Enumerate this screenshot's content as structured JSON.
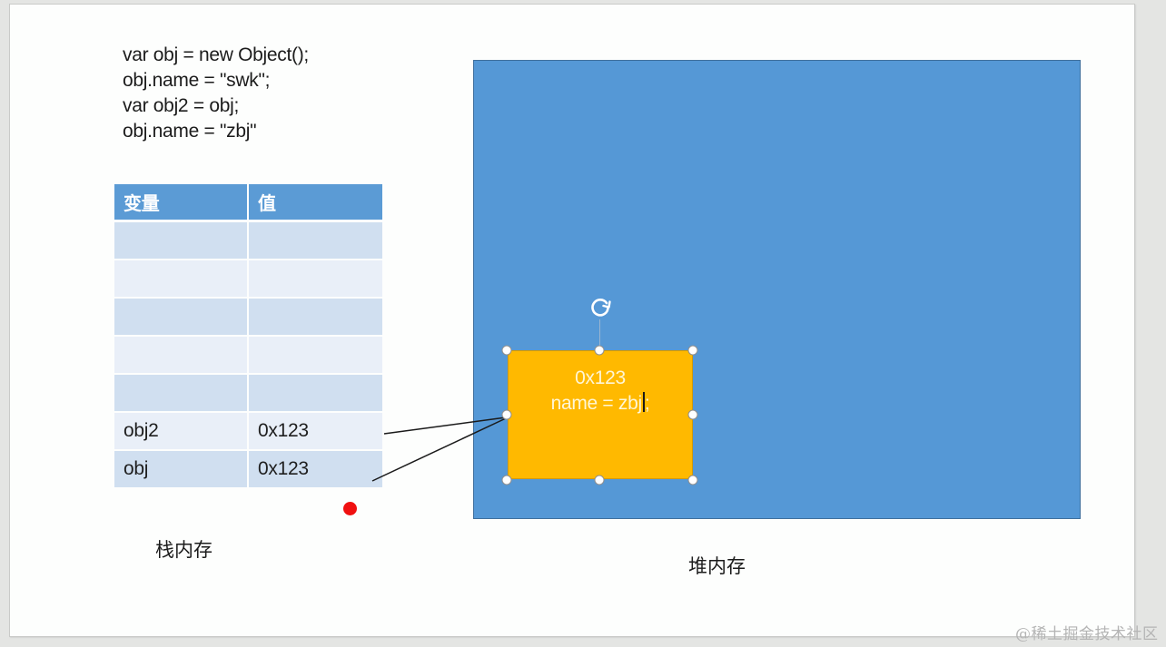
{
  "code": {
    "lines": [
      "var obj = new Object();",
      "obj.name = \"swk\";",
      "var obj2 = obj;",
      "obj.name = \"zbj\""
    ]
  },
  "stack_table": {
    "headers": [
      "变量",
      "值"
    ],
    "rows": [
      {
        "variable": "",
        "value": ""
      },
      {
        "variable": "",
        "value": ""
      },
      {
        "variable": "",
        "value": ""
      },
      {
        "variable": "",
        "value": ""
      },
      {
        "variable": "",
        "value": ""
      },
      {
        "variable": "obj2",
        "value": "0x123"
      },
      {
        "variable": "obj",
        "value": "0x123"
      }
    ],
    "caption": "栈内存"
  },
  "heap": {
    "caption": "堆内存",
    "object": {
      "address": "0x123",
      "property": "name = zbj",
      "trailing": ";"
    }
  },
  "colors": {
    "table_header": "#5b9bd5",
    "table_row_dark": "#d0dff0",
    "table_row_light": "#e9eff8",
    "heap_fill": "#5598d6",
    "object_fill": "#ffb900",
    "pointer_dot": "#f01010"
  },
  "watermark": "@稀土掘金技术社区"
}
